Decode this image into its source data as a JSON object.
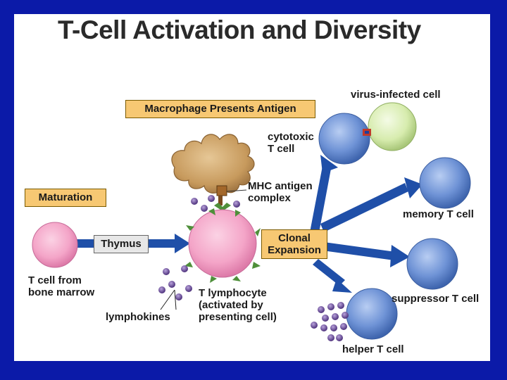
{
  "title": "T-Cell Activation and Diversity",
  "colors": {
    "frame": "#0b1aa8",
    "arrow": "#1f4fa8",
    "highlight_box": "#f7c873",
    "naive_cell": "#f4a5c8",
    "effector_cell": "#6f93d6",
    "infected_cell": "#d7ecae",
    "macrophage": "#c79a5d",
    "lymphokine": "#6a4a9c",
    "receptor": "#4f8f3a"
  },
  "labels": {
    "macrophage_presents": "Macrophage Presents Antigen",
    "maturation": "Maturation",
    "thymus": "Thymus",
    "clonal_expansion": "Clonal\nExpansion",
    "t_cell_from_bone_marrow": "T cell from\nbone marrow",
    "mhc_antigen_complex": "MHC antigen\ncomplex",
    "t_lymphocyte": "T lymphocyte\n(activated by\npresenting cell)",
    "lymphokines": "lymphokines",
    "cytotoxic_t_cell": "cytotoxic\nT cell",
    "virus_infected_cell": "virus-infected cell",
    "memory_t_cell": "memory T cell",
    "suppressor_t_cell": "suppressor T cell",
    "helper_t_cell": "helper T cell"
  }
}
